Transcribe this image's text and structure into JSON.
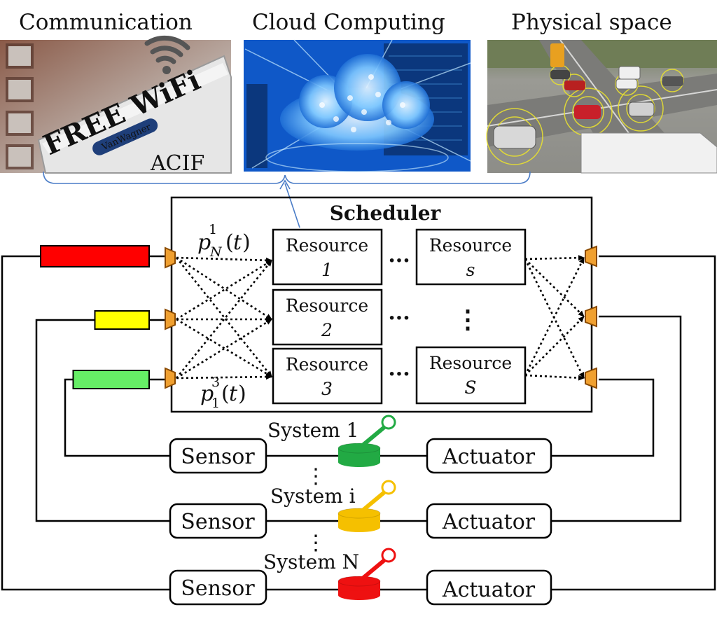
{
  "photos": [
    {
      "title": "Communication",
      "sign_text": "FREE WiFi",
      "sign_sub": "VanWagner",
      "sign_fragment": "ACIF"
    },
    {
      "title": "Cloud Computing"
    },
    {
      "title": "Physical space"
    }
  ],
  "scheduler": {
    "title": "Scheduler",
    "top_prob_label": "p_N^1(t)",
    "bottom_prob_label": "p_1^3(t)",
    "resources": [
      {
        "word": "Resource",
        "index": "1"
      },
      {
        "word": "Resource",
        "index": "2"
      },
      {
        "word": "Resource",
        "index": "3"
      },
      {
        "word": "Resource",
        "index": "s"
      },
      {
        "word": "Resource",
        "index": "S"
      }
    ],
    "ellipsis_h": "···",
    "ellipsis_v": "⋮"
  },
  "queues": [
    {
      "color": "#ff0000",
      "fill_fraction": 1.0
    },
    {
      "color": "#ffff00",
      "fill_fraction": 0.5
    },
    {
      "color": "#66ee66",
      "fill_fraction": 0.7
    }
  ],
  "systems": [
    {
      "label": "System 1",
      "sensor": "Sensor",
      "actuator": "Actuator",
      "color": "#22aa44"
    },
    {
      "label": "System i",
      "sensor": "Sensor",
      "actuator": "Actuator",
      "color": "#f5c000"
    },
    {
      "label": "System N",
      "sensor": "Sensor",
      "actuator": "Actuator",
      "color": "#ee1111"
    }
  ],
  "colors": {
    "port_fill": "#f0a030",
    "port_stroke": "#8a4a00",
    "bracket": "#4a7cc7"
  }
}
